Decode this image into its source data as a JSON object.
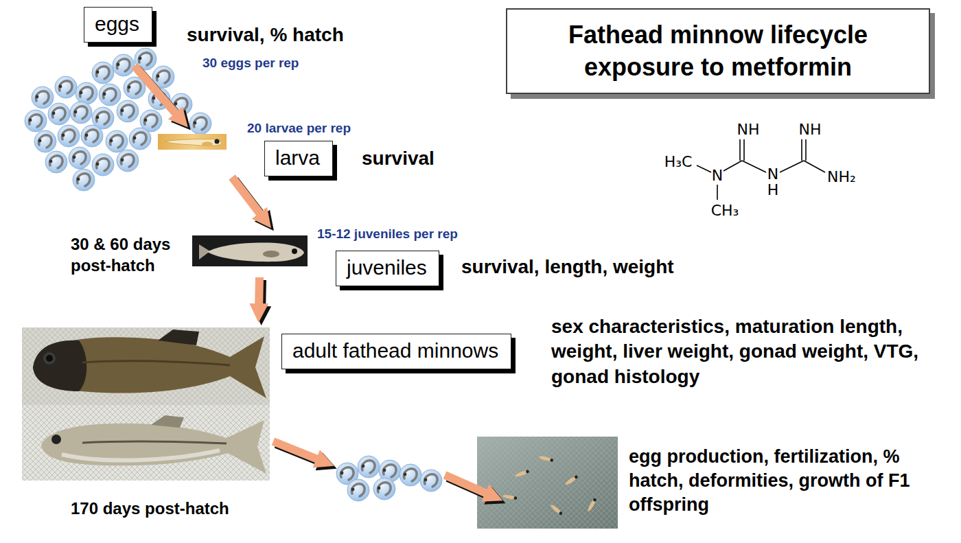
{
  "diagram": {
    "title": "Fathead minnow lifecycle exposure to metformin",
    "nodes": [
      {
        "text": [
          "eggs"
        ]
      },
      {
        "text": [
          "larva"
        ]
      },
      {
        "text": [
          "juveniles"
        ]
      },
      {
        "text": [
          "adult fathead minnows"
        ]
      }
    ],
    "labels": [
      "survival, % hatch",
      "30 eggs per rep",
      "NH",
      "NH",
      "H₃C",
      "N",
      "N",
      "NH₂",
      "H",
      "CH₃",
      "20 larvae per rep",
      "survival",
      "30 & 60 days post-hatch",
      "15-12 juveniles per rep",
      "survival, length, weight",
      "sex characteristics, maturation length, weight, liver weight, gonad weight, VTG, gonad histology",
      "170 days post-hatch",
      "egg production, fertilization, % hatch, deformities, growth of F1 offspring"
    ]
  }
}
